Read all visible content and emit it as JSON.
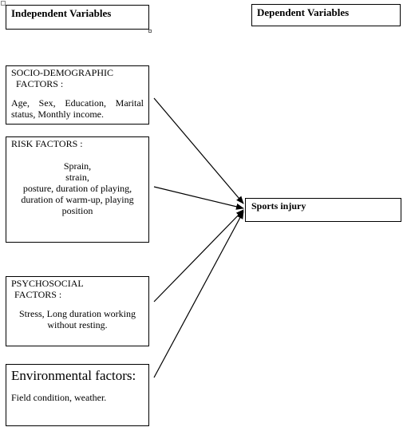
{
  "headers": {
    "independent": "Independent Variables",
    "dependent": "Dependent Variables"
  },
  "boxes": {
    "socio": {
      "title_line1": "SOCIO-DEMOGRAPHIC",
      "title_line2": "FACTORS :",
      "items": "Age, Sex, Education, Marital status, Monthly income."
    },
    "risk": {
      "title": "RISK FACTORS :",
      "items_line1": "Sprain,",
      "items_line2": "strain,",
      "items_line3": "posture, duration of playing,",
      "items_line4": "duration of warm-up, playing",
      "items_line5": "position"
    },
    "psycho": {
      "title_line1": "PSYCHOSOCIAL",
      "title_line2": "FACTORS :",
      "items_line1": "Stress, Long duration working",
      "items_line2": "without resting."
    },
    "env": {
      "title": "Environmental factors:",
      "items": "Field condition, weather."
    },
    "outcome": {
      "label": "Sports injury"
    }
  }
}
